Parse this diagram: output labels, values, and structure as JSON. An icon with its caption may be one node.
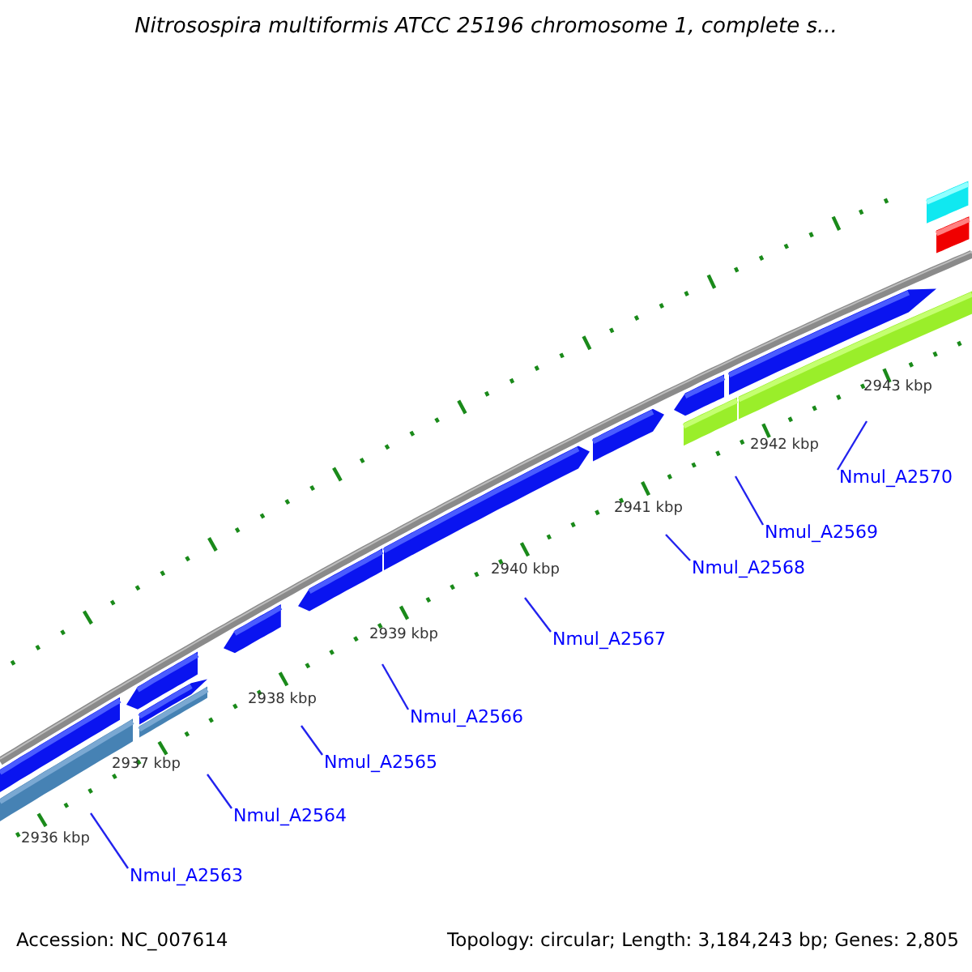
{
  "diagram": {
    "title": "Nitrosospira multiformis ATCC 25196 chromosome 1, complete s...",
    "nodes": [
      {
        "text": [
          "Nmul_A2563"
        ]
      },
      {
        "text": [
          "Nmul_A2564"
        ]
      },
      {
        "text": [
          "Nmul_A2565"
        ]
      },
      {
        "text": [
          "Nmul_A2566"
        ]
      },
      {
        "text": [
          "Nmul_A2567"
        ]
      },
      {
        "text": [
          "Nmul_A2568"
        ]
      },
      {
        "text": [
          "Nmul_A2569"
        ]
      },
      {
        "text": [
          "Nmul_A2570"
        ]
      }
    ],
    "edges": [
      {
        "from": 0,
        "to": null,
        "arrow": "none"
      },
      {
        "from": 1,
        "to": null,
        "arrow": "none"
      },
      {
        "from": 2,
        "to": null,
        "arrow": "none"
      },
      {
        "from": 3,
        "to": null,
        "arrow": "none"
      },
      {
        "from": 4,
        "to": null,
        "arrow": "none"
      },
      {
        "from": 5,
        "to": null,
        "arrow": "none"
      },
      {
        "from": 6,
        "to": null,
        "arrow": "none"
      },
      {
        "from": 7,
        "to": null,
        "arrow": "none"
      }
    ],
    "labels": [
      "2936 kbp",
      "2937 kbp",
      "2938 kbp",
      "2939 kbp",
      "2940 kbp",
      "2941 kbp",
      "2942 kbp",
      "2943 kbp",
      "Accession: NC_007614",
      "Topology: circular; Length: 3,184,243 bp; Genes: 2,805"
    ]
  }
}
